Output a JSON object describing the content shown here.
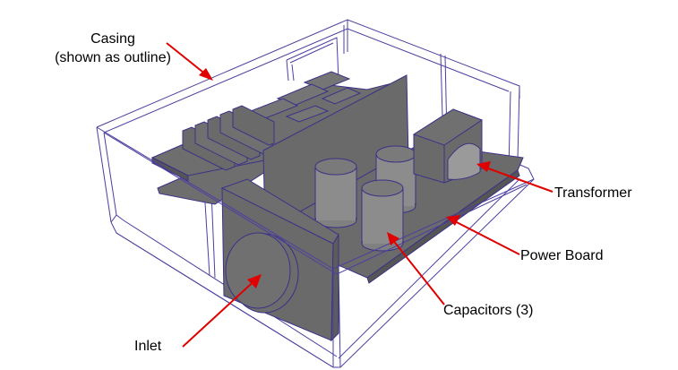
{
  "labels": {
    "casing_line1": "Casing",
    "casing_line2": "(shown as outline)",
    "transformer": "Transformer",
    "power_board": "Power Board",
    "capacitors": "Capacitors (3)",
    "inlet": "Inlet"
  },
  "colors": {
    "outline": "#4b3fa0",
    "part_fill": "#6e6e6e",
    "part_light": "#8a8a8a",
    "part_dark": "#5a5a5a",
    "arrow": "#e00000",
    "text": "#000000"
  }
}
